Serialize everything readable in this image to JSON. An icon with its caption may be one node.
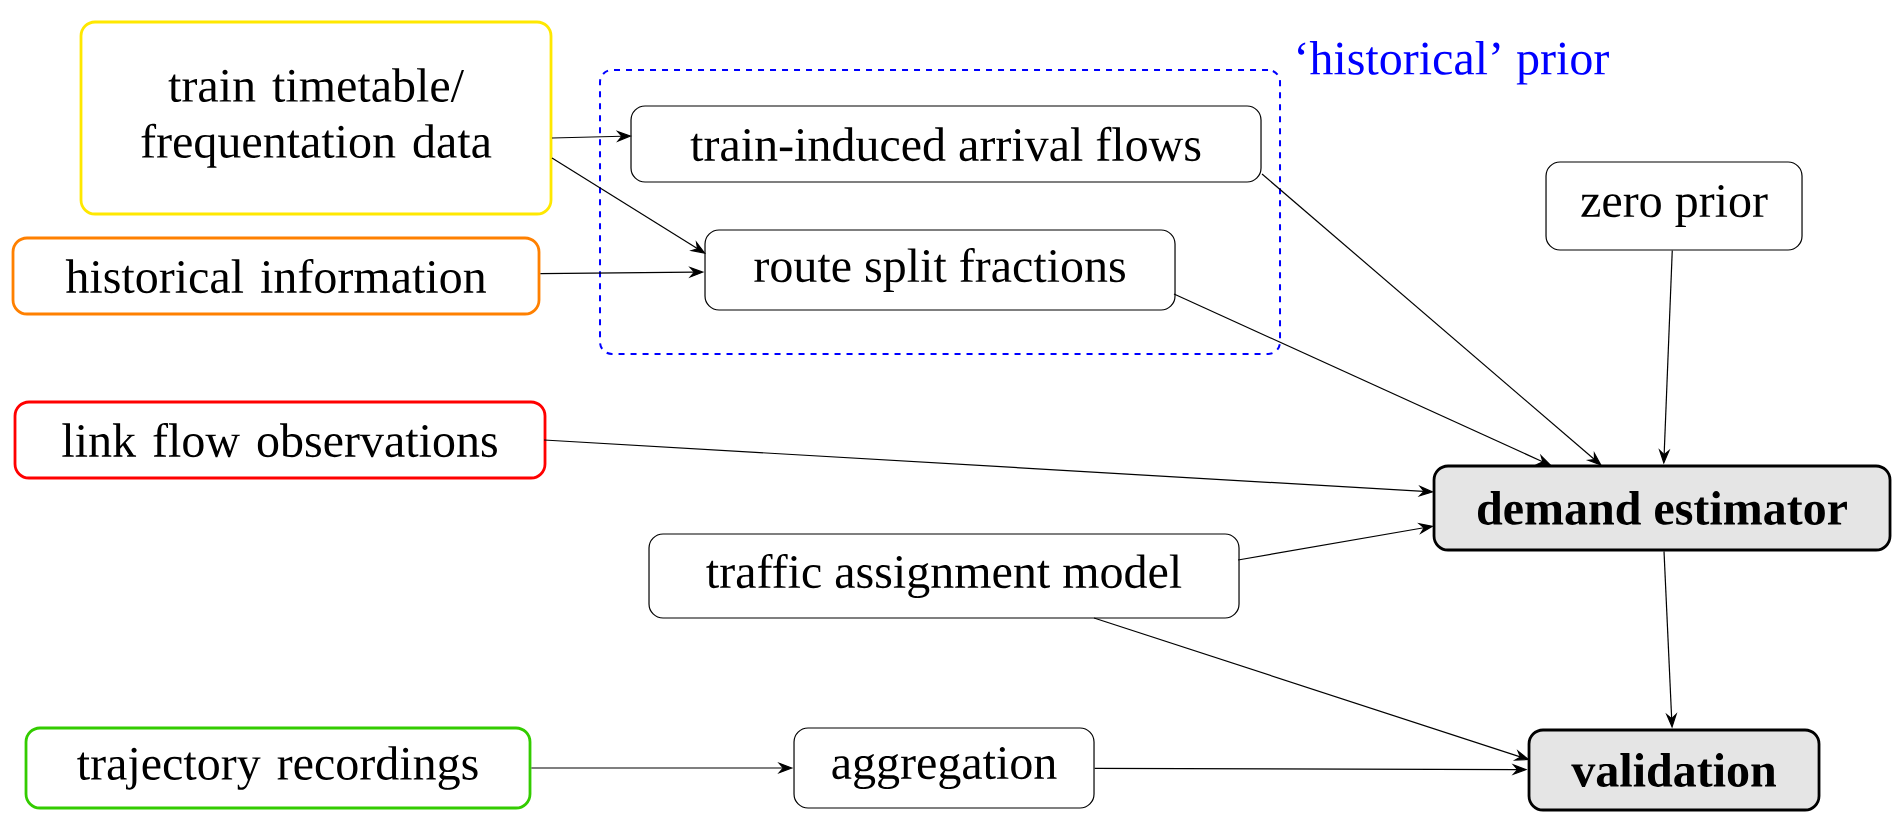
{
  "diagram": {
    "nodes": [
      {
        "text": [
          "train timetable/ frequentation data"
        ]
      },
      {
        "text": [
          "historical information"
        ]
      },
      {
        "text": [
          "‘historical’ prior"
        ]
      },
      {
        "text": [
          "train-induced arrival flows"
        ],
        "in": 2
      },
      {
        "text": [
          "route split fractions"
        ],
        "in": 2
      },
      {
        "text": [
          "zero prior"
        ]
      },
      {
        "text": [
          "link flow observations"
        ]
      },
      {
        "text": [
          "demand estimator"
        ]
      },
      {
        "text": [
          "traffic assignment model"
        ]
      },
      {
        "text": [
          "trajectory recordings"
        ]
      },
      {
        "text": [
          "aggregation"
        ]
      },
      {
        "text": [
          "validation"
        ]
      }
    ],
    "edges": [
      {
        "from": 0,
        "to": 3,
        "arrow": "to"
      },
      {
        "from": 0,
        "to": 4,
        "arrow": "to"
      },
      {
        "from": 1,
        "to": 4,
        "arrow": "to"
      },
      {
        "from": 3,
        "to": 7,
        "arrow": "to"
      },
      {
        "from": 4,
        "to": 7,
        "arrow": "to"
      },
      {
        "from": 5,
        "to": 7,
        "arrow": "to"
      },
      {
        "from": 6,
        "to": 7,
        "arrow": "to"
      },
      {
        "from": 8,
        "to": 7,
        "arrow": "to"
      },
      {
        "from": 8,
        "to": 11,
        "arrow": "to"
      },
      {
        "from": 7,
        "to": 11,
        "arrow": "to"
      },
      {
        "from": 9,
        "to": 10,
        "arrow": "to"
      },
      {
        "from": 10,
        "to": 11,
        "arrow": "to"
      }
    ]
  }
}
